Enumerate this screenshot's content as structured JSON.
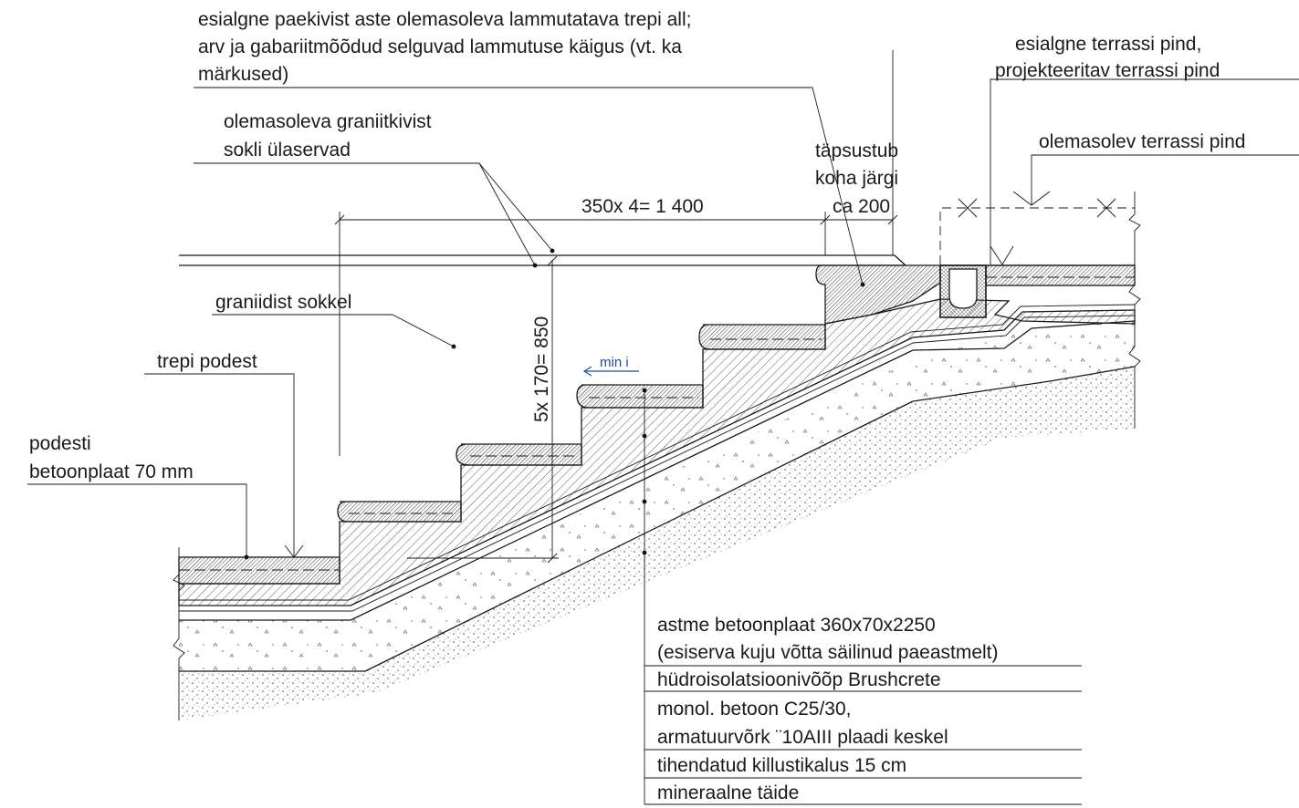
{
  "drawing": {
    "notes": {
      "initial_step": [
        "esialgne paekivist aste olemasoleva lammutatava trepi all;",
        "arv ja gabariitmõõdud selguvad lammutuse käigus (vt. ka",
        "märkused)"
      ],
      "socle_edges": [
        "olemasoleva graniitkivist",
        "sokli ülaservad"
      ],
      "terrace_surface": [
        "esialgne terrassi pind,",
        "projekteeritav terrassi pind"
      ],
      "existing_terrace": "olemasolev terrassi pind",
      "on_site": [
        "täpsustub",
        "koha järgi",
        "ca 200"
      ],
      "granite_socle": "graniidist sokkel",
      "landing": "trepi podest",
      "landing_slab": [
        "podesti",
        "betoonplaat 70 mm"
      ],
      "min_slope": "min i"
    },
    "dimensions": {
      "horizontal": "350x 4= 1 400",
      "vertical": "5x 170= 850"
    },
    "layers": [
      "astme betoonplaat 360x70x2250",
      "(esiserva kuju võtta säilinud paeastmelt)",
      "hüdroisolatsioonivõõp Brushcrete",
      "monol. betoon C25/30,",
      "armatuurvõrk ¨10AIII plaadi keskel",
      "tihendatud killustikalus 15 cm",
      "mineraalne täide"
    ]
  }
}
